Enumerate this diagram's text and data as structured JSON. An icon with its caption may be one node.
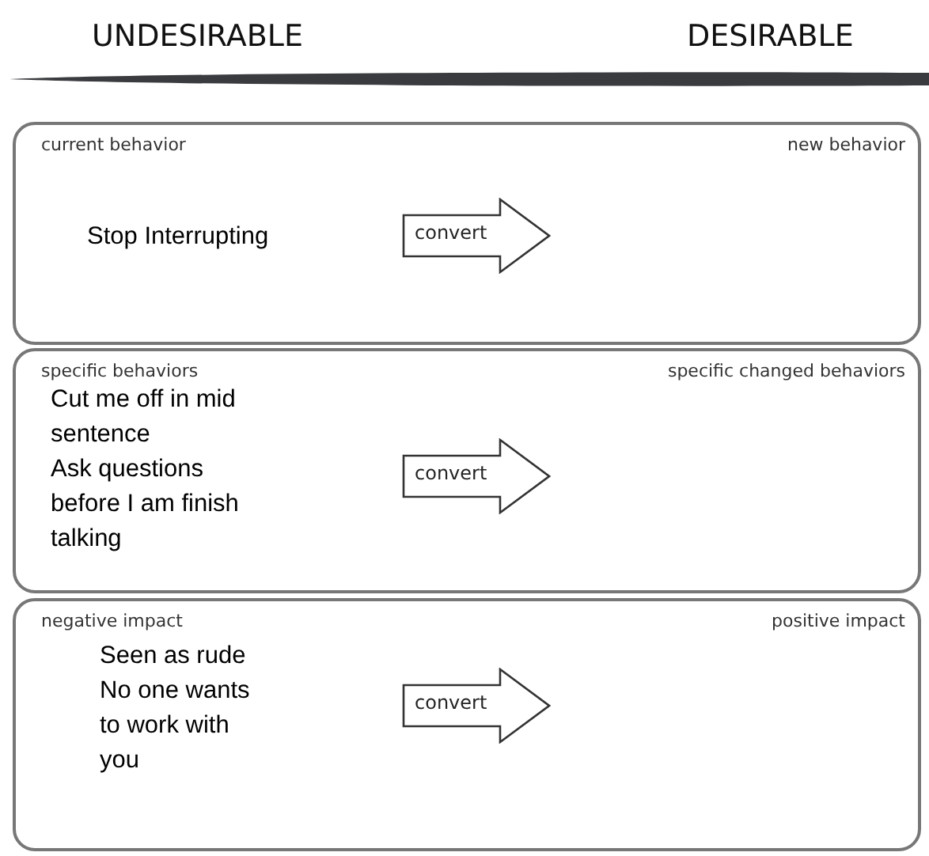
{
  "diagram": {
    "nodes": [
      {
        "text": [
          "current behavior",
          "new behavior",
          "Stop Interrupting"
        ]
      },
      {
        "text": [
          "convert"
        ],
        "in": 0
      },
      {
        "text": [
          "specific behaviors",
          "specific changed behaviors",
          "Cut me off in mid sentence",
          "Ask questions before I am finish talking"
        ]
      },
      {
        "text": [
          "convert"
        ],
        "in": 2
      },
      {
        "text": [
          "negative impact",
          "positive impact",
          "Seen as rude",
          "No one wants to work with you"
        ]
      },
      {
        "text": [
          "convert"
        ],
        "in": 4
      }
    ],
    "edges": [],
    "labels": [
      "UNDESIRABLE",
      "DESIRABLE"
    ]
  }
}
